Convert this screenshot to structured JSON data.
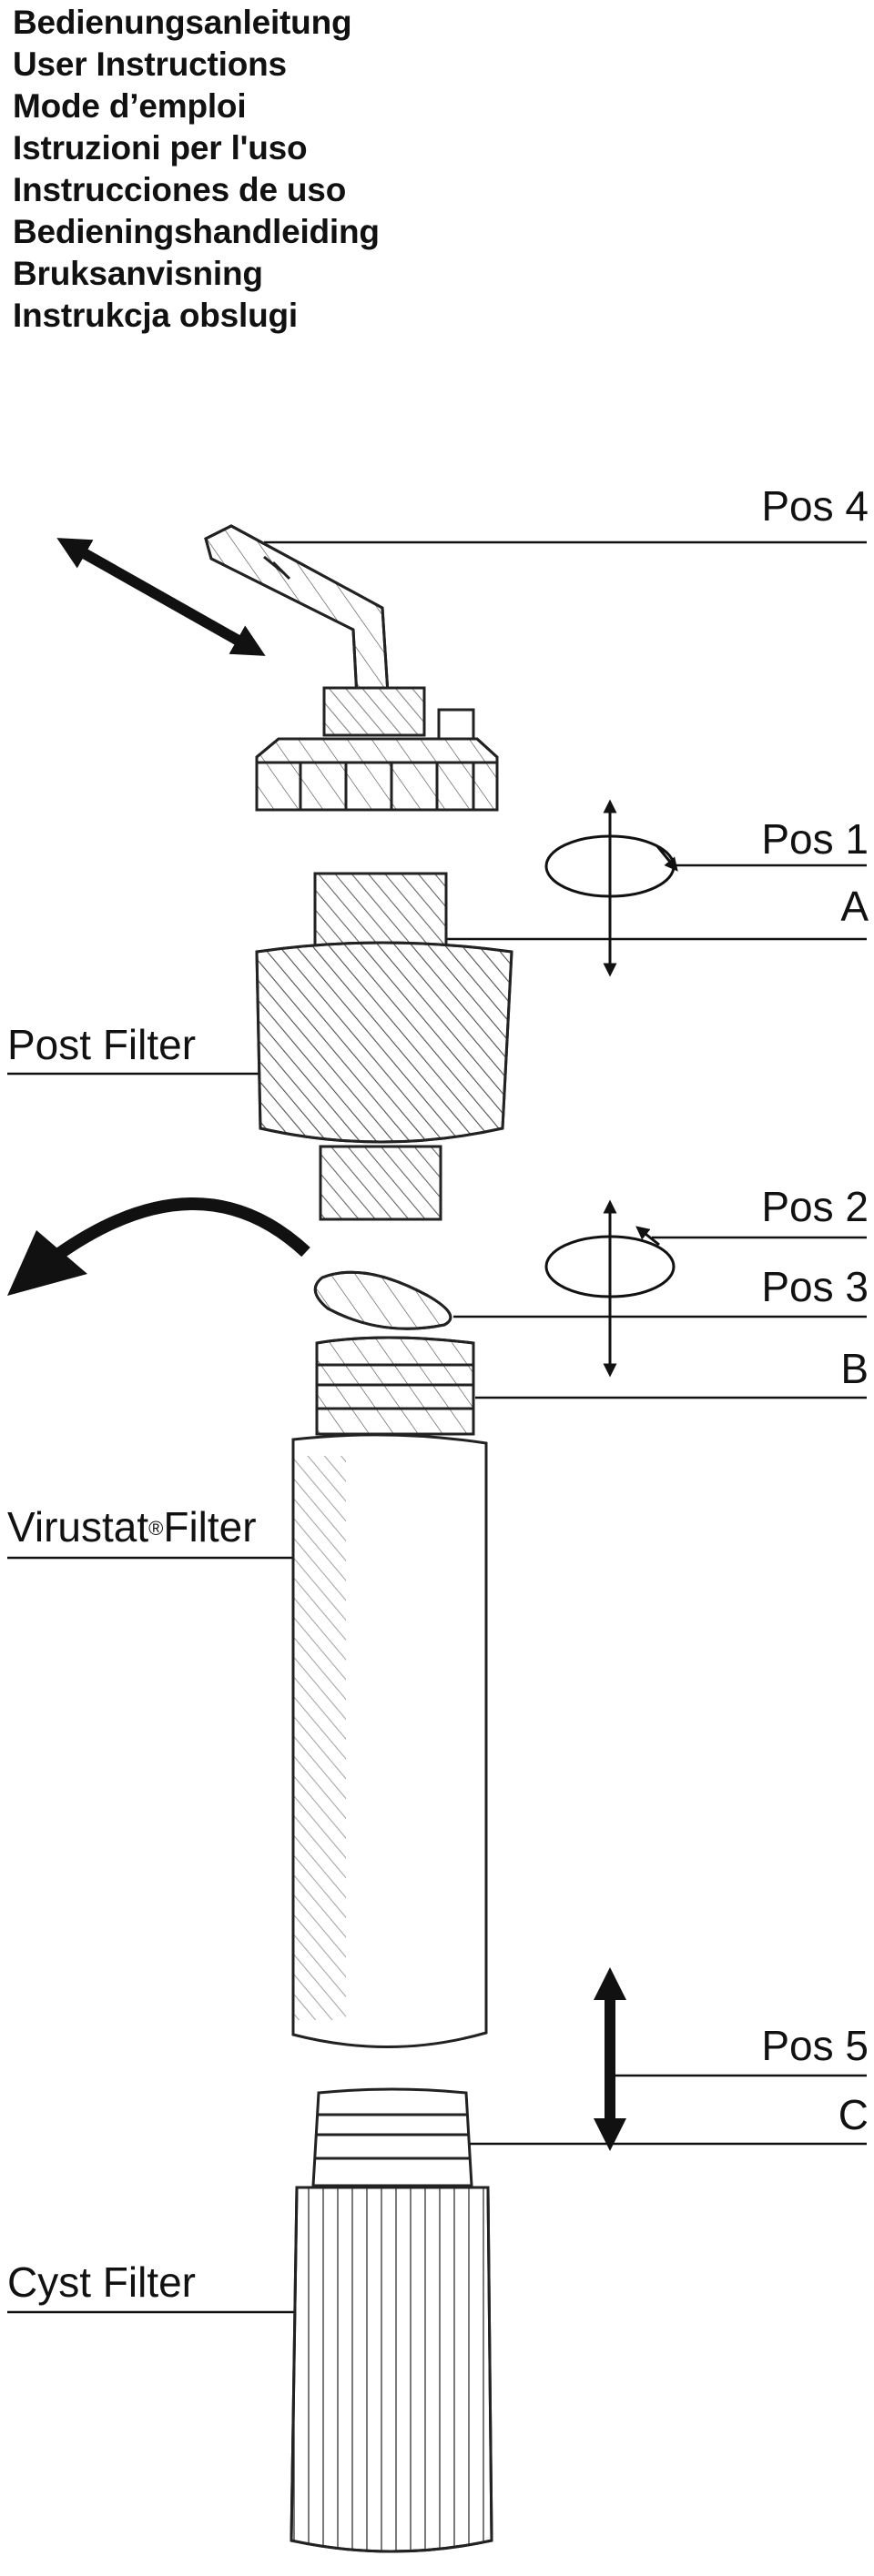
{
  "titles": [
    "Bedienungsanleitung",
    "User Instructions",
    "Mode d’emploi",
    "Istruzioni per l'uso",
    "Instrucciones de uso",
    "Bedieningshandleiding",
    "Bruksanvisning",
    "Instrukcja obslugi"
  ],
  "labels": {
    "pos4": "Pos 4",
    "pos1": "Pos 1",
    "a": "A",
    "post_filter": "Post Filter",
    "pos2": "Pos 2",
    "pos3": "Pos 3",
    "b": "B",
    "virustat_name": "Virustat",
    "virustat_mark": "®",
    "virustat_suffix": "Filter",
    "pos5": "Pos 5",
    "c": "C",
    "cyst_filter": "Cyst Filter"
  }
}
